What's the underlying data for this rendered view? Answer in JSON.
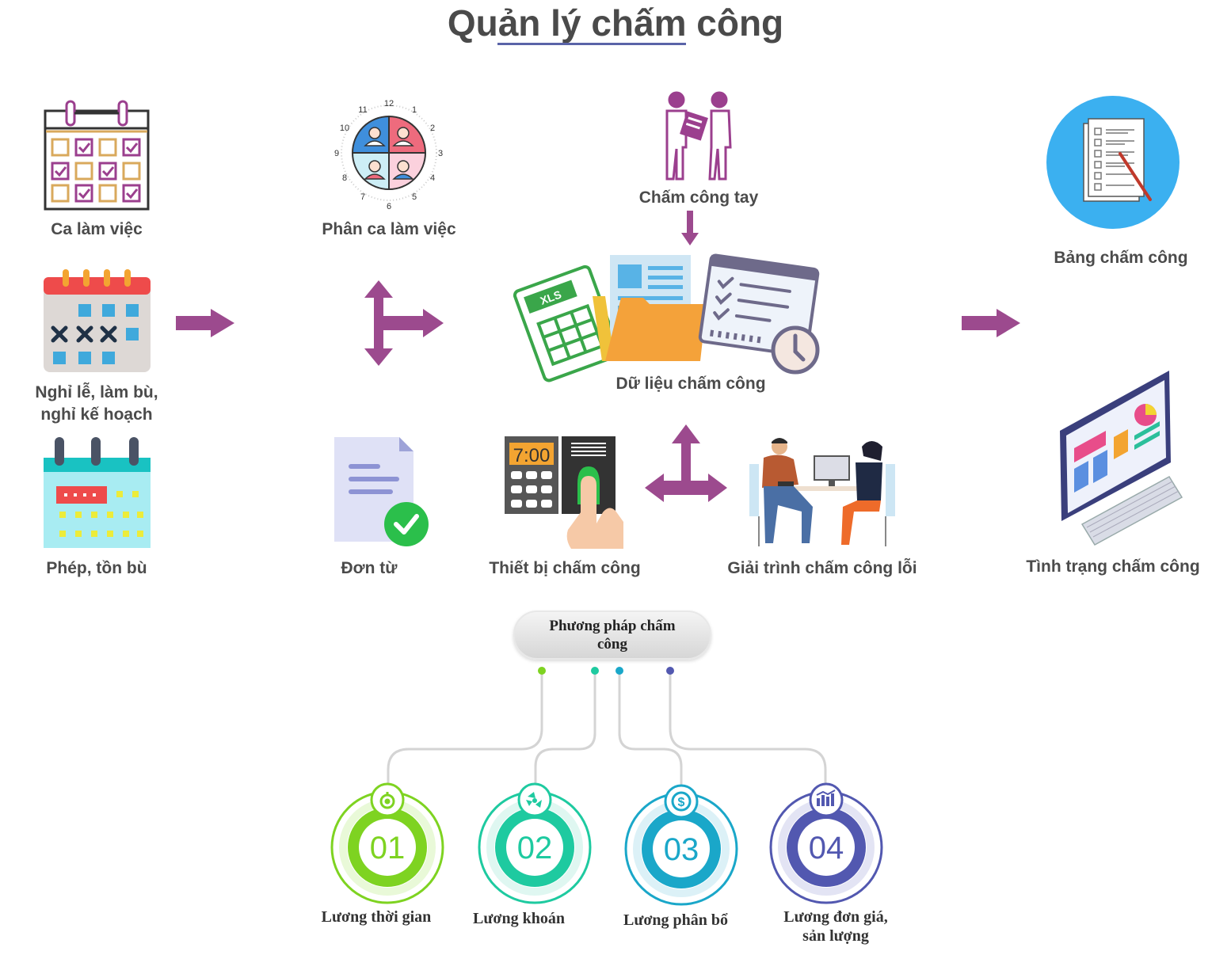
{
  "title": "Quản lý chấm công",
  "colors": {
    "arrow": "#9c4a8e",
    "green": "#7ed321",
    "teal": "#1ecaa0",
    "blue": "#1aa7c9",
    "indigo": "#5258b0",
    "title_line": "#5a63a8"
  },
  "left_column": [
    {
      "label": "Ca làm việc",
      "icon": "calendar-check-icon"
    },
    {
      "label_line1": "Nghỉ lễ, làm bù,",
      "label_line2": "nghỉ kế hoạch",
      "icon": "calendar-x-icon"
    },
    {
      "label": "Phép, tồn bù",
      "icon": "calendar-leave-icon"
    }
  ],
  "middle": {
    "shift_assignment": {
      "label": "Phân ca làm việc",
      "icon": "shift-clock-icon",
      "clock_numbers": [
        "12",
        "1",
        "2",
        "3",
        "4",
        "5",
        "6",
        "7",
        "8",
        "9",
        "10",
        "11"
      ]
    },
    "manual": {
      "label": "Chấm công tay",
      "icon": "handshake-people-icon"
    },
    "data": {
      "label": "Dữ liệu chấm công",
      "icon": "timesheet-data-icon",
      "xls_text": "XLS"
    },
    "leave_form": {
      "label": "Đơn từ",
      "icon": "approved-document-icon"
    },
    "device": {
      "label": "Thiết bị chấm công",
      "icon": "fingerprint-device-icon",
      "time_text": "7:00"
    },
    "explanation": {
      "label": "Giải trình chấm công lỗi",
      "icon": "meeting-people-icon"
    }
  },
  "right_column": [
    {
      "label": "Bảng chấm công",
      "icon": "checklist-icon"
    },
    {
      "label": "Tình trạng chấm công",
      "icon": "monitor-dashboard-icon"
    }
  ],
  "methods": {
    "title": "Phương pháp chấm công",
    "items": [
      {
        "number": "01",
        "label": "Lương thời gian",
        "icon": "stopwatch-icon"
      },
      {
        "number": "02",
        "label": "Lương khoán",
        "icon": "recycle-money-icon"
      },
      {
        "number": "03",
        "label": "Lương phân bổ",
        "icon": "dollar-cycle-icon"
      },
      {
        "number": "04",
        "label_line1": "Lương đơn giá,",
        "label_line2": "sản lượng",
        "icon": "bar-chart-icon"
      }
    ]
  }
}
